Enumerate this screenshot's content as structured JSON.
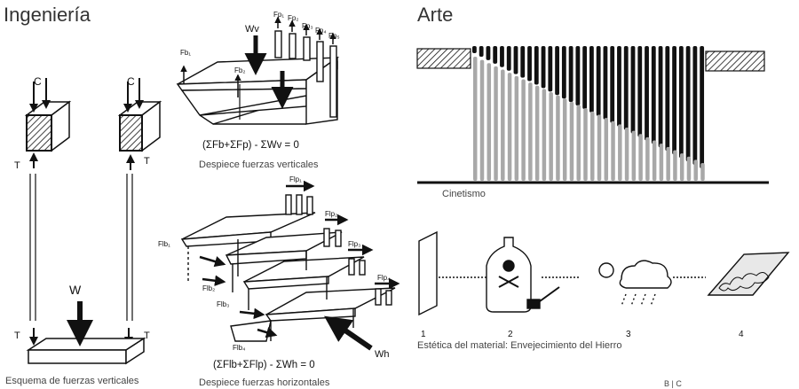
{
  "left_section": {
    "title": "Ingeniería",
    "force_c": "C",
    "force_t": "T",
    "force_w": "W",
    "caption_schema": "Esquema de fuerzas verticales",
    "vertical": {
      "labels": [
        "Wv",
        "Fb₁",
        "Fb₂",
        "Fp₁",
        "Fp₂",
        "Fp₃",
        "Fp₄",
        "Fp₅"
      ],
      "equation": "(ΣFb+ΣFp) - ΣWv = 0",
      "caption": "Despiece fuerzas verticales"
    },
    "horizontal": {
      "labels": [
        "Flp₁",
        "Flp₂",
        "Flp₃",
        "Flp₄",
        "Flb₁",
        "Flb₂",
        "Flb₃",
        "Flb₄",
        "Wh"
      ],
      "equation": "(ΣFlb+ΣFlp) - ΣWh = 0",
      "caption": "Despiece fuerzas horizontales"
    }
  },
  "right_section": {
    "title": "Arte",
    "kinetic_caption": "Cinetismo",
    "aging_caption": "Estética del material: Envejecimiento del Hierro",
    "steps": [
      "1",
      "2",
      "3",
      "4"
    ],
    "page_mark": "B | C"
  }
}
